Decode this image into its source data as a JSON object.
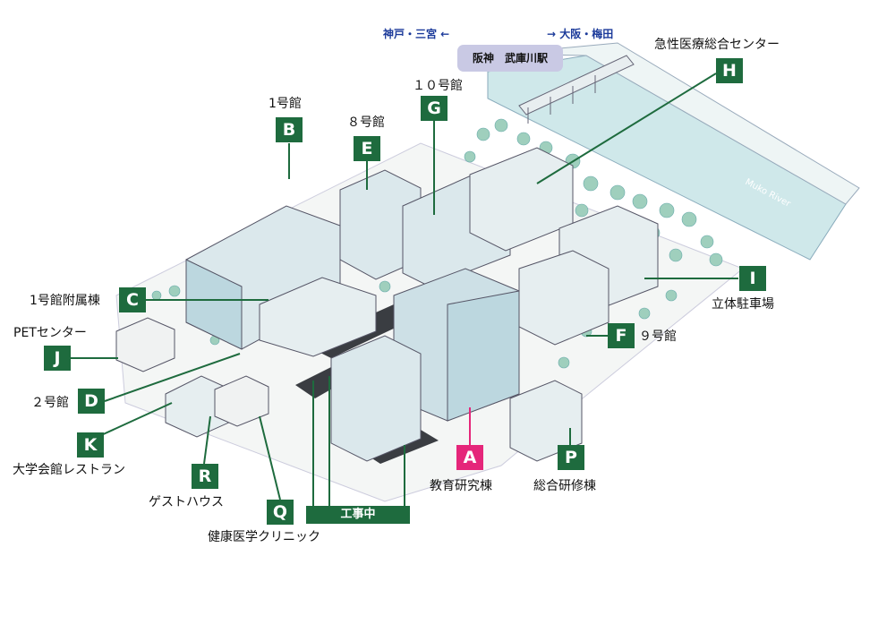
{
  "colors": {
    "marker": "#1e6b3e",
    "accent": "#e5267a",
    "river": "#cfe8ea",
    "tree": "#9fcfbd",
    "building": "#bcd7df",
    "construction": "#3a3d42"
  },
  "directions": {
    "west": "神戸・三宮 ←",
    "east": "→ 大阪・梅田"
  },
  "station": "阪神　武庫川駅",
  "river_label": "Muko River",
  "construction_label": "工事中",
  "markers": {
    "A": {
      "letter": "A",
      "label": "教育研究棟"
    },
    "B": {
      "letter": "B",
      "label": "1号館"
    },
    "C": {
      "letter": "C",
      "label": "1号館附属棟"
    },
    "D": {
      "letter": "D",
      "label": "２号館"
    },
    "E": {
      "letter": "E",
      "label": "８号館"
    },
    "F": {
      "letter": "F",
      "label": "９号館"
    },
    "G": {
      "letter": "G",
      "label": "１０号館"
    },
    "H": {
      "letter": "H",
      "label": "急性医療総合センター"
    },
    "I": {
      "letter": "I",
      "label": "立体駐車場"
    },
    "J": {
      "letter": "J",
      "label": "PETセンター"
    },
    "K": {
      "letter": "K",
      "label": "大学会館レストラン"
    },
    "P": {
      "letter": "P",
      "label": "総合研修棟"
    },
    "Q": {
      "letter": "Q",
      "label": "健康医学クリニック"
    },
    "R": {
      "letter": "R",
      "label": "ゲストハウス"
    }
  }
}
